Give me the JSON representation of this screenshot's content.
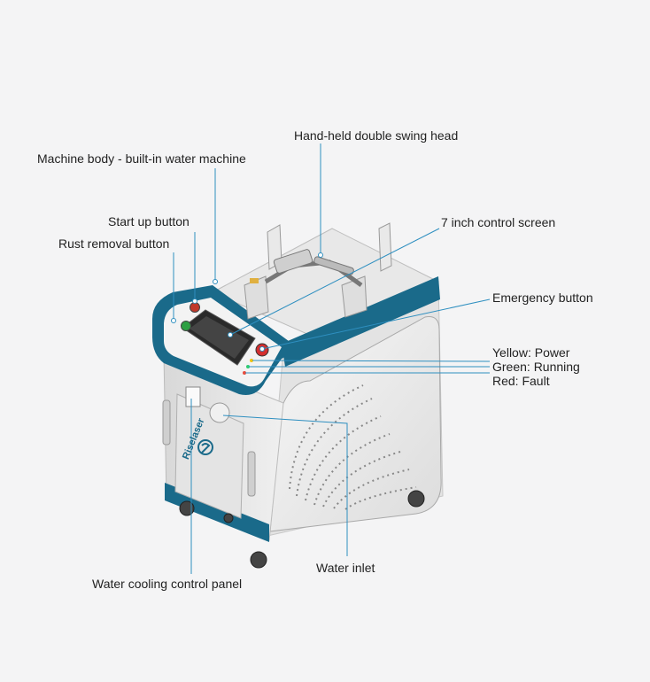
{
  "brand": "Riselaser",
  "accent_color": "#1a6a8a",
  "leader_color": "#2e8fc0",
  "callouts": {
    "swing_head": "Hand-held double swing head",
    "machine_body": "Machine body - built-in water machine",
    "start_button": "Start up button",
    "rust_button": "Rust removal button",
    "control_screen": "7 inch control screen",
    "emergency": "Emergency button",
    "yellow": "Yellow: Power",
    "green": "Green: Running",
    "red": "Red: Fault",
    "water_inlet": "Water inlet",
    "water_panel": "Water cooling control panel"
  }
}
